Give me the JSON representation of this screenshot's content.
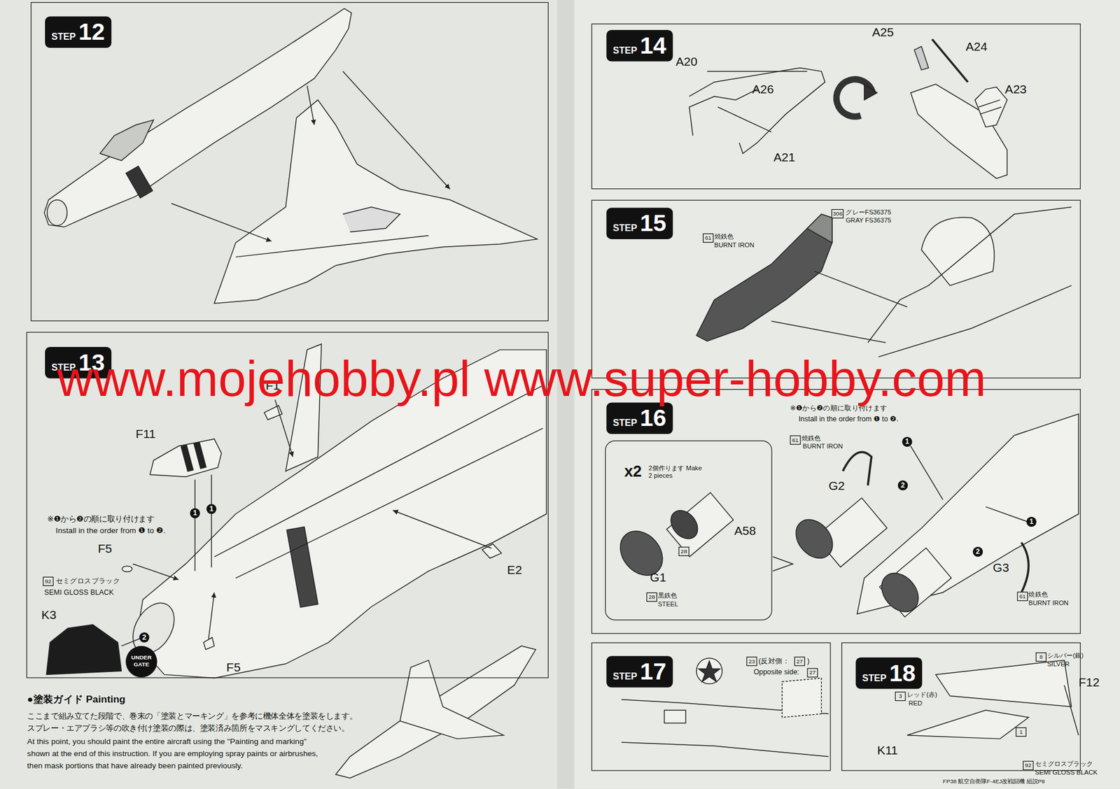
{
  "diagram": {
    "nodes": [
      {
        "text": [
          "STEP",
          "12"
        ]
      },
      {
        "text": [
          "STEP",
          "13"
        ]
      },
      {
        "text": [
          "STEP",
          "14"
        ]
      },
      {
        "text": [
          "STEP",
          "15"
        ]
      },
      {
        "text": [
          "STEP",
          "16"
        ]
      },
      {
        "text": [
          "x2",
          "2個作ります Make 2 pieces"
        ],
        "in": 4
      },
      {
        "text": [
          "STEP",
          "17"
        ]
      },
      {
        "text": [
          "STEP",
          "18"
        ]
      }
    ],
    "labels": [
      "F1",
      "F11",
      "※❶から❷の順に取り付けます",
      "Install in the order from ❶ to ❷.",
      "1",
      "1",
      "F5",
      "92",
      "セミグロスブラック",
      "SEMI GLOSS BLACK",
      "K3",
      "2",
      "UNDER GATE",
      "F5",
      "E2",
      "●塗装ガイド Painting",
      "ここまで組み立てた段階で、巻末の「塗装とマーキング」を参考に機体全体を塗装をします。",
      "スプレー・エアブラシ等の吹き付け塗装の際は、塗装済み箇所をマスキングしてください。",
      "At this point, you should paint the entire aircraft using the \"Painting and marking\"",
      "shown at the end of this instruction. If you are employing spray paints or airbrushes,",
      "then mask portions that have already been painted previously.",
      "A20",
      "A26",
      "A21",
      "A25",
      "A24",
      "A23",
      "306",
      "グレーFS36375",
      "GRAY FS36375",
      "61",
      "焼鉄色",
      "BURNT IRON",
      "※❶から❷の順に取り付けます",
      "Install in the order from ❶ to ❷.",
      "61",
      "焼鉄色",
      "BURNT IRON",
      "G2",
      "1",
      "2",
      "1",
      "2",
      "G3",
      "61",
      "焼鉄色",
      "BURNT IRON",
      "A58",
      "28",
      "G1",
      "28",
      "黒鉄色",
      "STEEL",
      "23",
      "(反対側：",
      "27",
      ")",
      "Opposite side:",
      "27",
      "8",
      "シルバー(銀)",
      "SILVER",
      "3",
      "レッド(赤)",
      "RED",
      "F12",
      "1",
      "K11",
      "92",
      "セミグロスブラック",
      "SEMI GLOSS BLACK",
      "FP38 航空自衛隊F-4EJ改戦闘機 組説P9",
      "www.mojehobby.pl www.super-hobby.com"
    ]
  }
}
